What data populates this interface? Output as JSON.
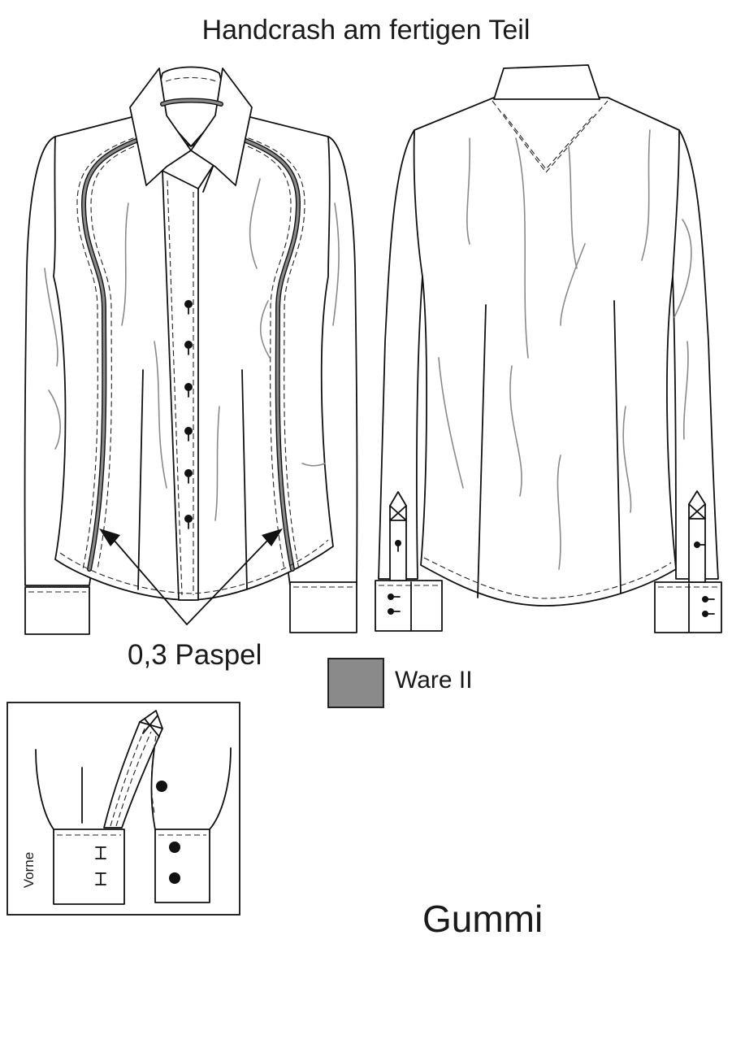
{
  "title": "Handcrash am fertigen Teil",
  "annotations": {
    "paspel": "0,3 Paspel",
    "ware": "Ware II",
    "gummi": "Gummi",
    "vorne": "Vorne"
  },
  "colors": {
    "ware_fill": "#8a8a8a",
    "outline": "#111111",
    "fold_lines": "#8a8a8a"
  }
}
